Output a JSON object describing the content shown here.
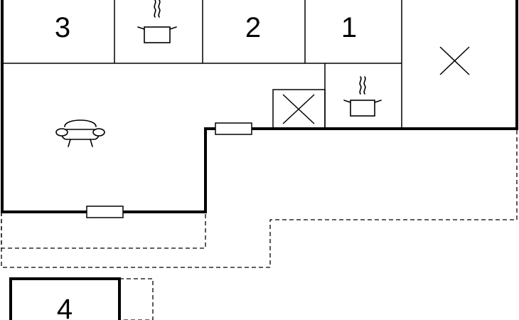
{
  "rooms": {
    "room_3": "3",
    "room_2": "2",
    "room_1": "1",
    "room_4": "4"
  },
  "icons": {
    "kitchen_top": "cooking-pot-icon",
    "kitchen_right": "cooking-pot-icon",
    "living": "sofa-icon",
    "shaft_small": "void-cross-icon",
    "shaft_large": "void-cross-icon"
  },
  "colors": {
    "terrace_light": "#e8e8e8",
    "terrace_dark": "#bbbbbb",
    "wall": "#000000"
  }
}
